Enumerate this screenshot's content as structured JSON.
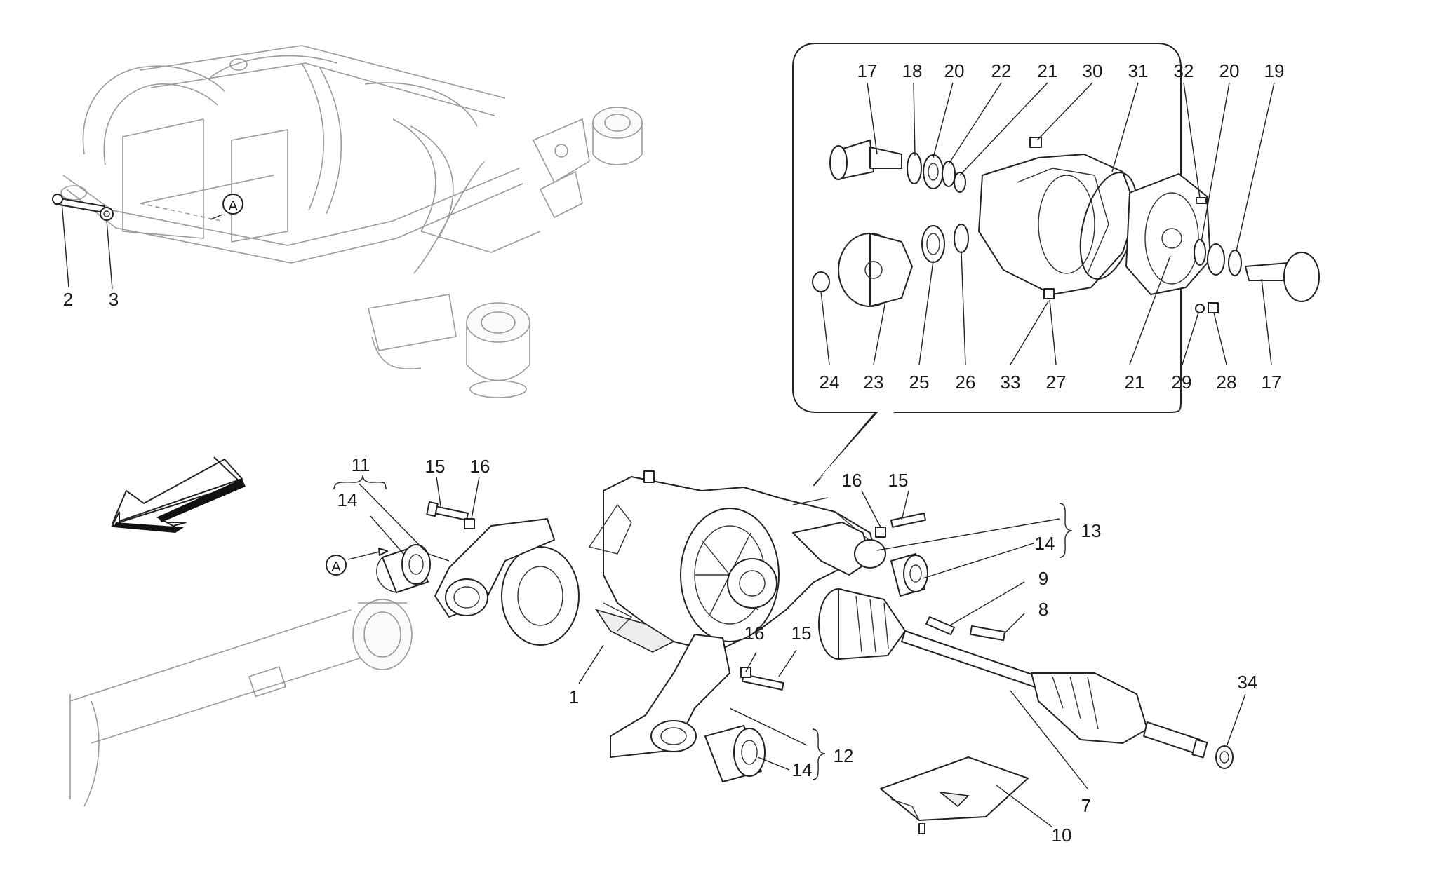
{
  "diagram": {
    "inset_marker": "A",
    "main_marker": "A",
    "callouts_main": [
      {
        "id": "c1",
        "label": "1"
      },
      {
        "id": "c2",
        "label": "2"
      },
      {
        "id": "c3",
        "label": "3"
      },
      {
        "id": "c7",
        "label": "7"
      },
      {
        "id": "c8",
        "label": "8"
      },
      {
        "id": "c9",
        "label": "9"
      },
      {
        "id": "c10",
        "label": "10"
      },
      {
        "id": "c11",
        "label": "11"
      },
      {
        "id": "c12",
        "label": "12"
      },
      {
        "id": "c13",
        "label": "13"
      },
      {
        "id": "c14a",
        "label": "14"
      },
      {
        "id": "c14b",
        "label": "14"
      },
      {
        "id": "c14c",
        "label": "14"
      },
      {
        "id": "c15a",
        "label": "15"
      },
      {
        "id": "c15b",
        "label": "15"
      },
      {
        "id": "c15c",
        "label": "15"
      },
      {
        "id": "c16a",
        "label": "16"
      },
      {
        "id": "c16b",
        "label": "16"
      },
      {
        "id": "c16c",
        "label": "16"
      },
      {
        "id": "c34",
        "label": "34"
      }
    ],
    "callouts_inset_top": [
      {
        "id": "t17",
        "label": "17"
      },
      {
        "id": "t18",
        "label": "18"
      },
      {
        "id": "t20",
        "label": "20"
      },
      {
        "id": "t22",
        "label": "22"
      },
      {
        "id": "t21",
        "label": "21"
      },
      {
        "id": "t30",
        "label": "30"
      },
      {
        "id": "t31",
        "label": "31"
      },
      {
        "id": "t32",
        "label": "32"
      },
      {
        "id": "t20b",
        "label": "20"
      },
      {
        "id": "t19",
        "label": "19"
      }
    ],
    "callouts_inset_bottom": [
      {
        "id": "b24",
        "label": "24"
      },
      {
        "id": "b23",
        "label": "23"
      },
      {
        "id": "b25",
        "label": "25"
      },
      {
        "id": "b26",
        "label": "26"
      },
      {
        "id": "b33",
        "label": "33"
      },
      {
        "id": "b27",
        "label": "27"
      },
      {
        "id": "b21",
        "label": "21"
      },
      {
        "id": "b29",
        "label": "29"
      },
      {
        "id": "b28",
        "label": "28"
      },
      {
        "id": "b17",
        "label": "17"
      }
    ]
  }
}
